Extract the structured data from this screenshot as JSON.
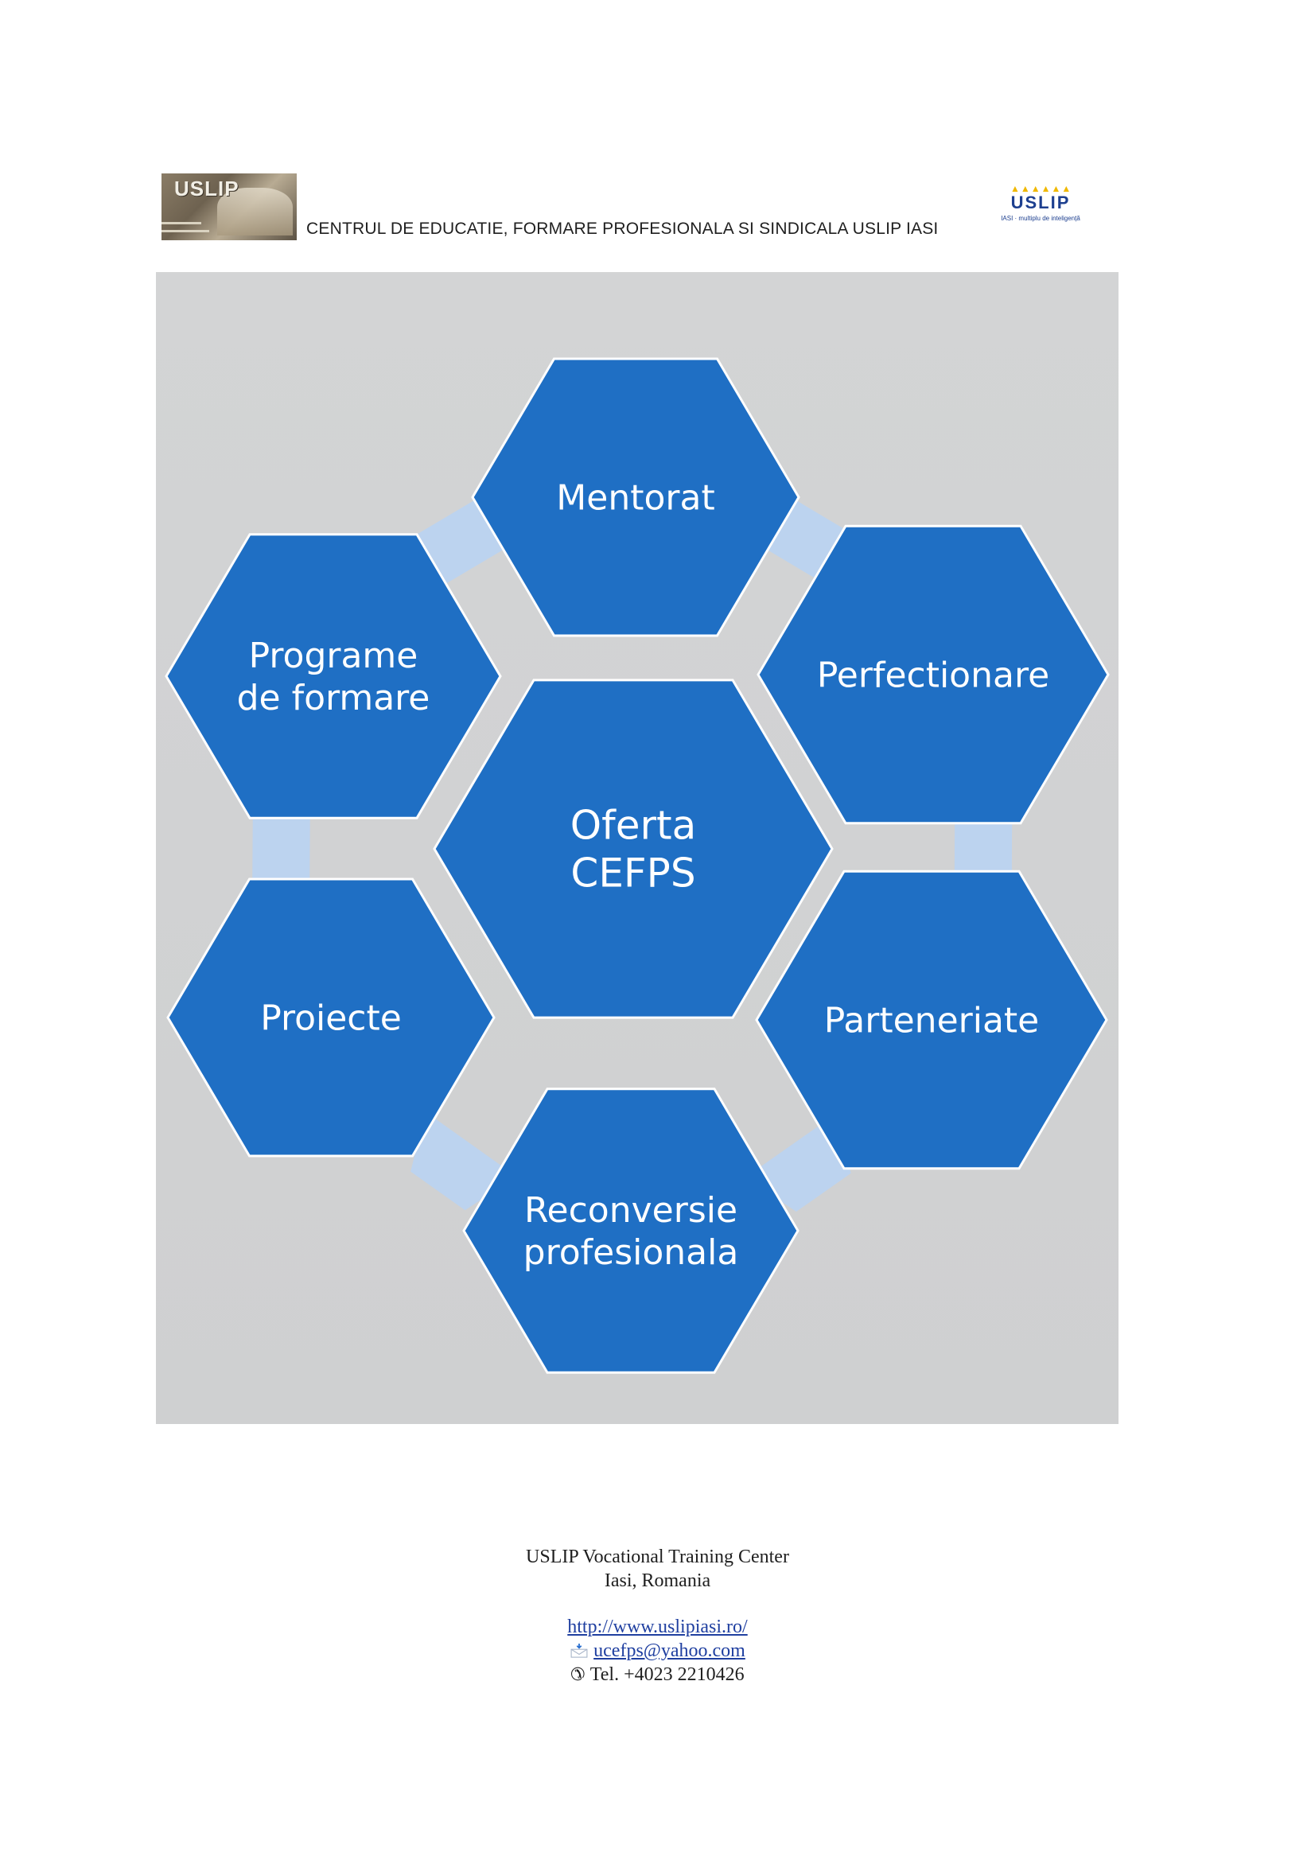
{
  "header": {
    "left_logo_text": "USLIP",
    "title": "CENTRUL DE EDUCATIE, FORMARE PROFESIONALA SI SINDICALA USLIP IASI",
    "right_logo_brand": "USLIP",
    "right_logo_subtitle": "IASI",
    "right_logo_tagline": "multiplu de inteligență"
  },
  "diagram": {
    "center": "Oferta CEFPS",
    "nodes": [
      {
        "id": "mentorat",
        "lines": [
          "Mentorat"
        ]
      },
      {
        "id": "perfectionare",
        "lines": [
          "Perfectionare"
        ]
      },
      {
        "id": "parteneriate",
        "lines": [
          "Parteneriate"
        ]
      },
      {
        "id": "reconversie",
        "lines": [
          "Reconversie",
          "profesionala"
        ]
      },
      {
        "id": "proiecte",
        "lines": [
          "Proiecte"
        ]
      },
      {
        "id": "programe",
        "lines": [
          "Programe",
          "de formare"
        ]
      }
    ],
    "center_lines": [
      "Oferta",
      "CEFPS"
    ],
    "colors": {
      "hex_fill": "#1f6fc4",
      "hex_stroke": "#ffffff",
      "connector": "#bcd3ef",
      "panel": "#d1d2d3"
    }
  },
  "footer": {
    "org": "USLIP Vocational Training Center",
    "location": "Iasi, Romania",
    "website": "http://www.uslipiasi.ro/",
    "email": "ucefps@yahoo.com",
    "phone": "Tel. +4023 2210426",
    "icons": [
      "mail-icon",
      "phone-icon"
    ]
  }
}
